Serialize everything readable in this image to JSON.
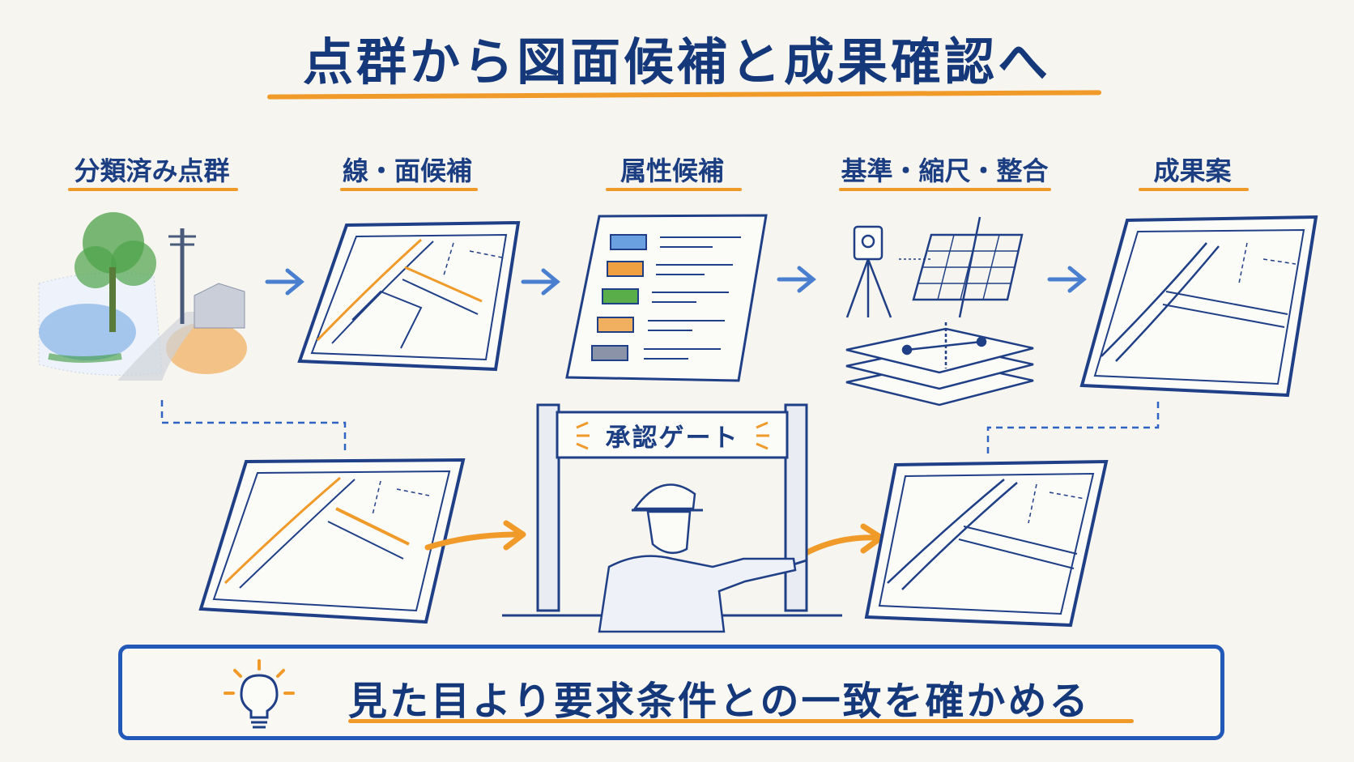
{
  "title": "点群から図面候補と成果確認へ",
  "steps": [
    {
      "label": "分類済み点群"
    },
    {
      "label": "線・面候補"
    },
    {
      "label": "属性候補"
    },
    {
      "label": "基準・縮尺・整合"
    },
    {
      "label": "成果案"
    }
  ],
  "gate": {
    "label": "承認ゲート"
  },
  "footer": {
    "message": "見た目より要求条件との一致を確かめる",
    "icon": "lightbulb-icon"
  },
  "colors": {
    "navy": "#1b3d82",
    "blue": "#2f63c4",
    "orange": "#f09a2a",
    "green": "#3a9a3e"
  }
}
